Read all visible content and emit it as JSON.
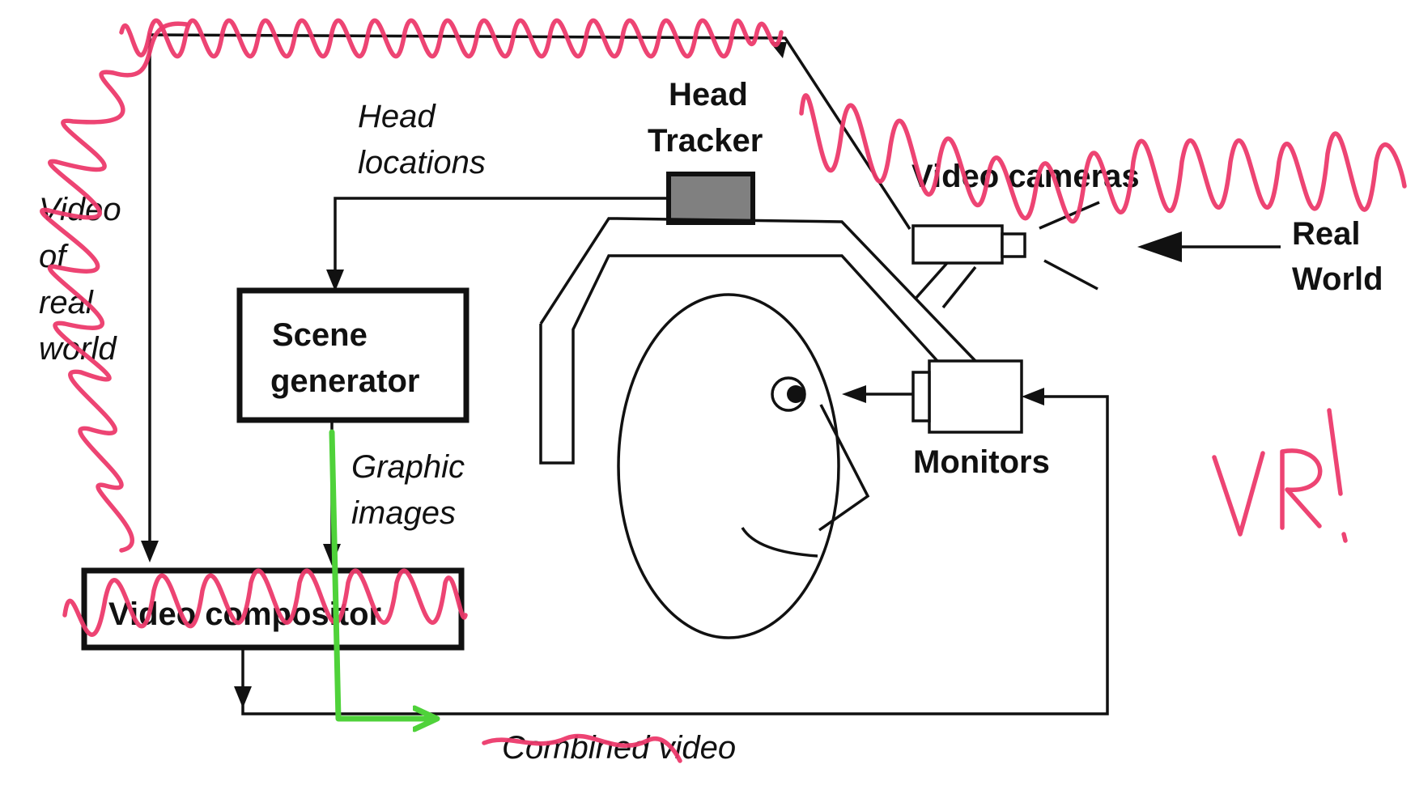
{
  "diagram": {
    "labels": {
      "head_tracker_line1": "Head",
      "head_tracker_line2": "Tracker",
      "head_locations_line1": "Head",
      "head_locations_line2": "locations",
      "video_cameras": "Video cameras",
      "real_world_line1": "Real",
      "real_world_line2": "World",
      "video_of_real_world_line1": "Video",
      "video_of_real_world_line2": "of",
      "video_of_real_world_line3": "real",
      "video_of_real_world_line4": "world",
      "scene_generator_line1": "Scene",
      "scene_generator_line2": "generator",
      "graphic_images_line1": "Graphic",
      "graphic_images_line2": "images",
      "monitors": "Monitors",
      "video_compositor": "Video compositor",
      "combined_video": "Combined video"
    },
    "annotation": {
      "text": "VR!"
    },
    "colors": {
      "ink": "#111111",
      "annotation": "#ec3a6c",
      "green_arrow": "#4fd23a",
      "tracker_fill": "#808080"
    }
  }
}
